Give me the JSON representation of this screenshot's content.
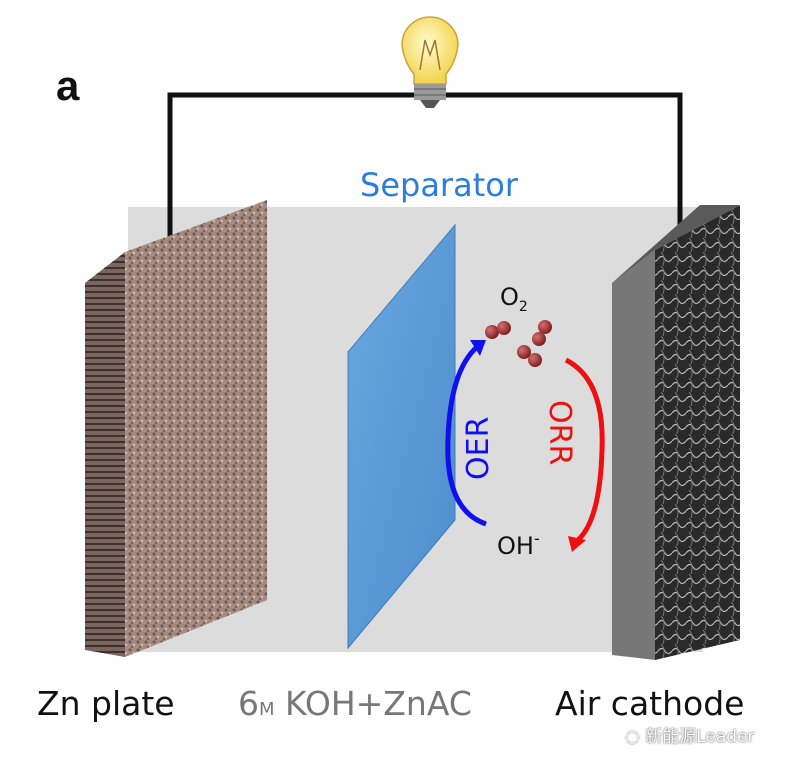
{
  "panel_label": "a",
  "separator_label": "Separator",
  "molecule_label": "O",
  "molecule_subscript": "2",
  "ion_label": "OH",
  "ion_superscript": "-",
  "oer_label": "OER",
  "orr_label": "ORR",
  "labels": {
    "anode": "Zn plate",
    "electrolyte_conc": "6",
    "electrolyte_unit": "M",
    "electrolyte": "KOH+ZnAC",
    "cathode": "Air cathode"
  },
  "watermark": "新能源Leader",
  "colors": {
    "oer": "#1010ee",
    "orr": "#ee1010",
    "separator": "#5b9bd8",
    "separator_text": "#2a7de1"
  }
}
